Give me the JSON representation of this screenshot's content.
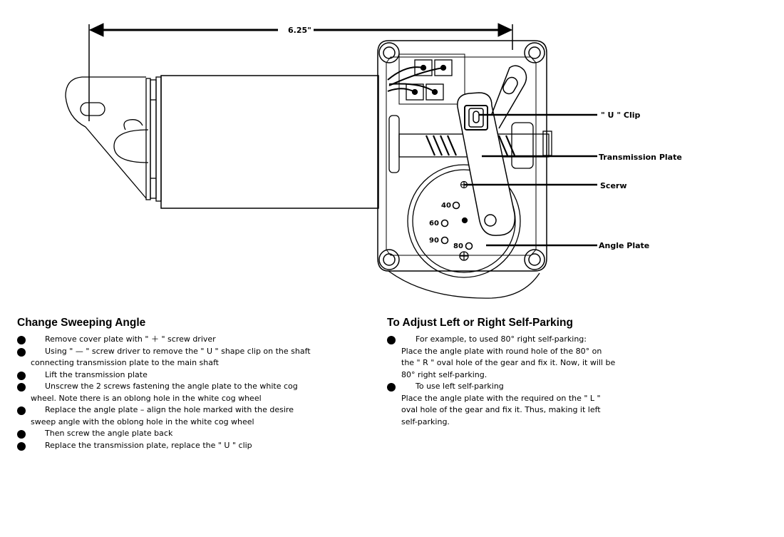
{
  "dimension": {
    "label": "6.25\""
  },
  "callouts": {
    "u_clip": "\" U \" Clip",
    "transmission_plate": "Transmission Plate",
    "screw": "Scerw",
    "angle_plate": "Angle Plate"
  },
  "angle_holes": {
    "h40": "40",
    "h60": "60",
    "h90": "90",
    "h80": "80"
  },
  "sweep_section": {
    "title": "Change Sweeping Angle",
    "steps": [
      {
        "first": "Remove cover plate with \" ＋ \" screw driver",
        "rest": ""
      },
      {
        "first": "Using \" — \" screw driver to remove the \" U \" shape clip on the shaft",
        "rest": "connecting transmission plate to the main shaft"
      },
      {
        "first": "Lift the transmission plate",
        "rest": ""
      },
      {
        "first": "Unscrew the 2 screws fastening the angle plate to the white cog",
        "rest": "wheel. Note there is an oblong hole in the white cog wheel"
      },
      {
        "first": "Replace the angle plate – align the hole marked with the desire",
        "rest": "sweep angle with the oblong hole in the white cog wheel"
      },
      {
        "first": "Then screw the angle plate back",
        "rest": ""
      },
      {
        "first": "Replace the transmission plate, replace the \" U \" clip",
        "rest": ""
      }
    ]
  },
  "parking_section": {
    "title": "To Adjust Left or Right Self-Parking",
    "steps": [
      {
        "first": "For example, to used 80° right self-parking:",
        "rest": [
          "Place the angle plate with round hole of the 80° on",
          "the \" R \" oval hole of the gear and fix it. Now, it will be",
          "80° right self-parking."
        ]
      },
      {
        "first": "To use left self-parking",
        "rest": [
          "Place the angle plate with the required on the \" L \"",
          "oval hole of the gear and fix it. Thus, making it left",
          "self-parking."
        ]
      }
    ]
  }
}
